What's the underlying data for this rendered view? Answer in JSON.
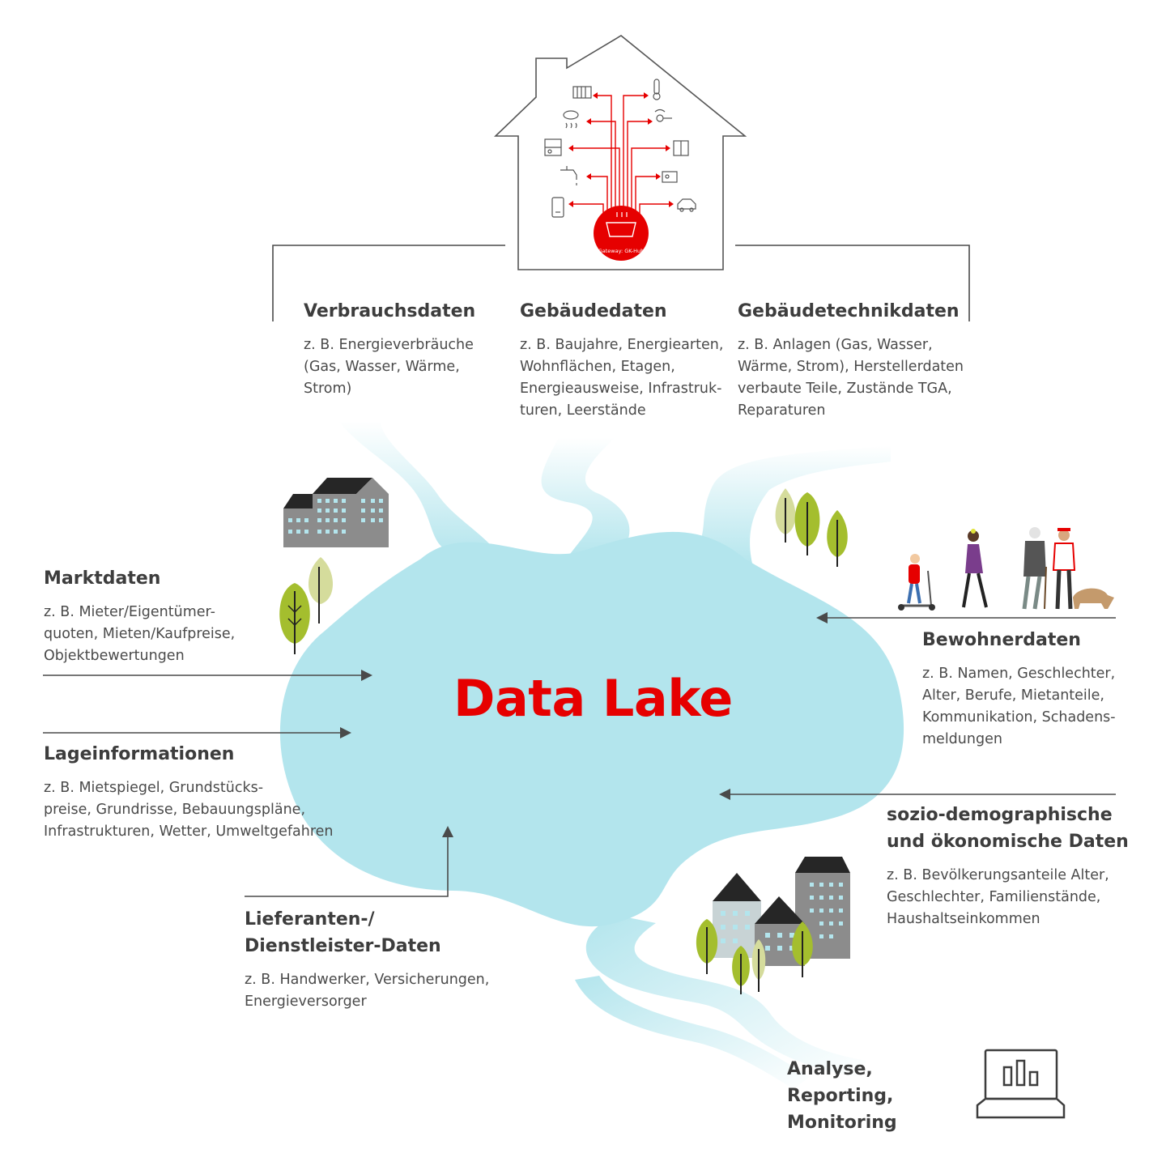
{
  "house": {
    "gateway_label": "Gateway: GK-Hub",
    "devices_left": [
      "radiator-icon",
      "smoke-detector-icon",
      "meter-display-icon",
      "water-tap-icon",
      "heat-meter-icon"
    ],
    "devices_right": [
      "thermometer-icon",
      "smart-lock-icon",
      "door-sensor-icon",
      "ev-charger-icon",
      "car-icon"
    ]
  },
  "categories": {
    "verbrauch": {
      "title": "Verbrauchsdaten",
      "text": "z. B. Energieverbräuche\n(Gas, Wasser, Wärme,\nStrom)"
    },
    "gebaeude": {
      "title": "Gebäudedaten",
      "text": "z. B. Baujahre, Energiearten,\nWohnflächen, Etagen,\nEnergieausweise, Infrastruk-\nturen, Leerstände"
    },
    "technik": {
      "title": "Gebäudetechnikdaten",
      "text": "z. B. Anlagen (Gas, Wasser,\nWärme, Strom), Herstellerdaten\nverbaute Teile, Zustände TGA,\nReparaturen"
    },
    "markt": {
      "title": "Marktdaten",
      "text": "z. B. Mieter/Eigentümer-\nquoten, Mieten/Kaufpreise,\nObjektbewertungen"
    },
    "lage": {
      "title": "Lageinformationen",
      "text": "z. B. Mietspiegel, Grundstücks-\npreise, Grundrisse, Bebauungspläne,\nInfrastrukturen, Wetter, Umweltgefahren"
    },
    "lieferanten": {
      "title_line1": "Lieferanten-/",
      "title_line2": "Dienstleister-Daten",
      "text": "z. B. Handwerker, Versicherungen,\nEnergieversorger"
    },
    "bewohner": {
      "title": "Bewohnerdaten",
      "text": "z. B. Namen, Geschlechter,\nAlter, Berufe, Mietanteile,\nKommunikation, Schadens-\nmeldungen"
    },
    "sozio": {
      "title_line1": "sozio-demographische",
      "title_line2": "und ökonomische Daten",
      "text": "z. B. Bevölkerungsanteile Alter,\nGeschlechter, Familienstände,\nHaushaltseinkommen"
    }
  },
  "lake": {
    "title": "Data Lake"
  },
  "output": {
    "title_line1": "Analyse, Reporting,",
    "title_line2": "Monitoring",
    "icon": "laptop-bar-chart-icon"
  },
  "colors": {
    "accent_red": "#e60000",
    "lake_blue": "#b3e5ed",
    "text_dark": "#3d3d3d",
    "line_gray": "#4a4a4a",
    "tree_green": "#a4be2e",
    "building_gray": "#8c8c8c"
  }
}
